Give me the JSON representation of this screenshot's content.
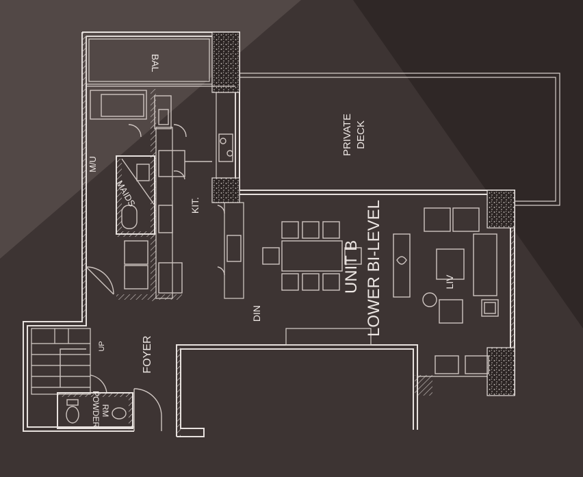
{
  "rooms": {
    "balcony": "BAL",
    "private_deck_line1": "PRIVATE",
    "private_deck_line2": "DECK",
    "maid_utility": "M/U",
    "maids": "MAIDS",
    "kitchen": "KIT.",
    "dining": "DIN",
    "living": "LIV",
    "foyer": "FOYER",
    "powder_line1": "POWDER",
    "powder_line2": "RM",
    "stair_up": "UP"
  },
  "unit": {
    "name": "UNIT B",
    "type": "LOWER BI-LEVEL"
  },
  "colors": {
    "background": "#3d3433",
    "light_wedge": "#524846",
    "dark_wedge": "#2f2726",
    "lines": "#e8e2df"
  }
}
